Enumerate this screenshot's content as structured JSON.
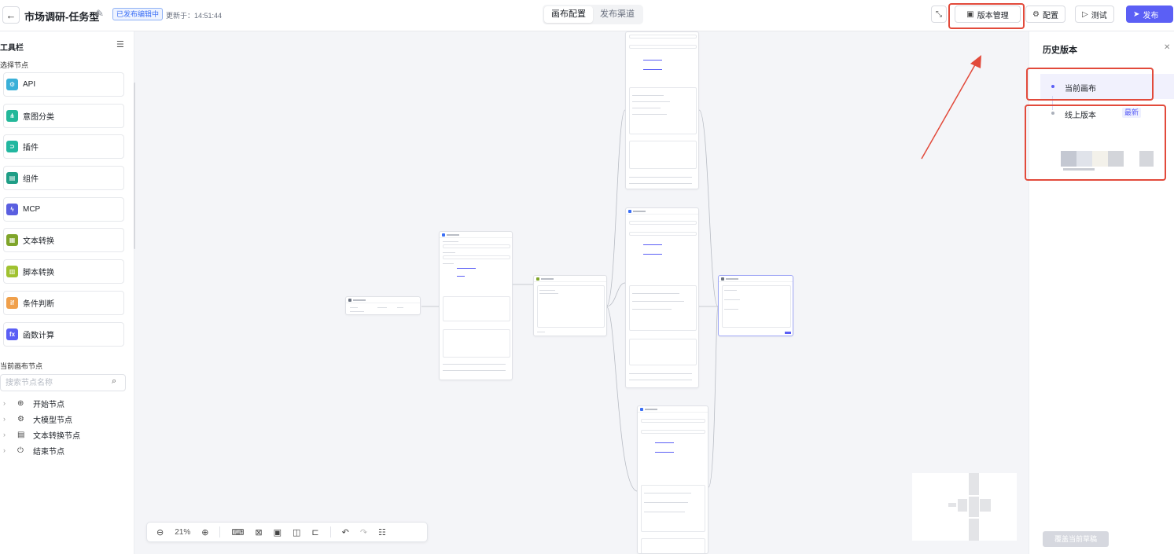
{
  "header": {
    "back_icon": "arrow-left-icon",
    "title": "市场调研-任务型",
    "status": "已发布编辑中",
    "updated": "更新于：14:51:44",
    "tabs": [
      {
        "label": "画布配置",
        "active": true
      },
      {
        "label": "发布渠道",
        "active": false
      }
    ],
    "buttons": {
      "version": "版本管理",
      "config": "配置",
      "test": "测试",
      "publish": "发布"
    },
    "accent_color": "#5b5ff5",
    "annotation_color": "#e24a3b"
  },
  "toolbar": {
    "title": "工具栏",
    "select_nodes": "选择节点",
    "nodes": [
      {
        "label": "API",
        "icon": "api-icon",
        "color": "#3ab0d8",
        "glyph": "⚙"
      },
      {
        "label": "意图分类",
        "icon": "intent-icon",
        "color": "#24b89a",
        "glyph": "⋔"
      },
      {
        "label": "插件",
        "icon": "plugin-icon",
        "color": "#22b7a0",
        "glyph": "⊃"
      },
      {
        "label": "组件",
        "icon": "component-icon",
        "color": "#1f9e86",
        "glyph": "▤"
      },
      {
        "label": "MCP",
        "icon": "mcp-icon",
        "color": "#5a5fe0",
        "glyph": "ϟ"
      },
      {
        "label": "文本转换",
        "icon": "text-convert-icon",
        "color": "#7fa52a",
        "glyph": "▦"
      },
      {
        "label": "脚本转换",
        "icon": "script-convert-icon",
        "color": "#a0c230",
        "glyph": "▥"
      },
      {
        "label": "条件判断",
        "icon": "condition-icon",
        "color": "#f0a04b",
        "glyph": "if"
      },
      {
        "label": "函数计算",
        "icon": "function-icon",
        "color": "#5b5ff5",
        "glyph": "fx"
      }
    ],
    "canvas_nodes_label": "当前画布节点",
    "search_placeholder": "搜索节点名称",
    "tree": [
      {
        "label": "开始节点",
        "icon": "start-icon",
        "glyph": "⊕"
      },
      {
        "label": "大模型节点",
        "icon": "llm-icon",
        "glyph": "⚙"
      },
      {
        "label": "文本转换节点",
        "icon": "text-node-icon",
        "glyph": "▤"
      },
      {
        "label": "结束节点",
        "icon": "end-icon",
        "glyph": "⏻"
      }
    ]
  },
  "canvas": {
    "zoom": "21%"
  },
  "history": {
    "title": "历史版本",
    "current": "当前画布",
    "online": "线上版本",
    "newest_badge": "最新",
    "restore_button": "覆盖当前草稿"
  }
}
